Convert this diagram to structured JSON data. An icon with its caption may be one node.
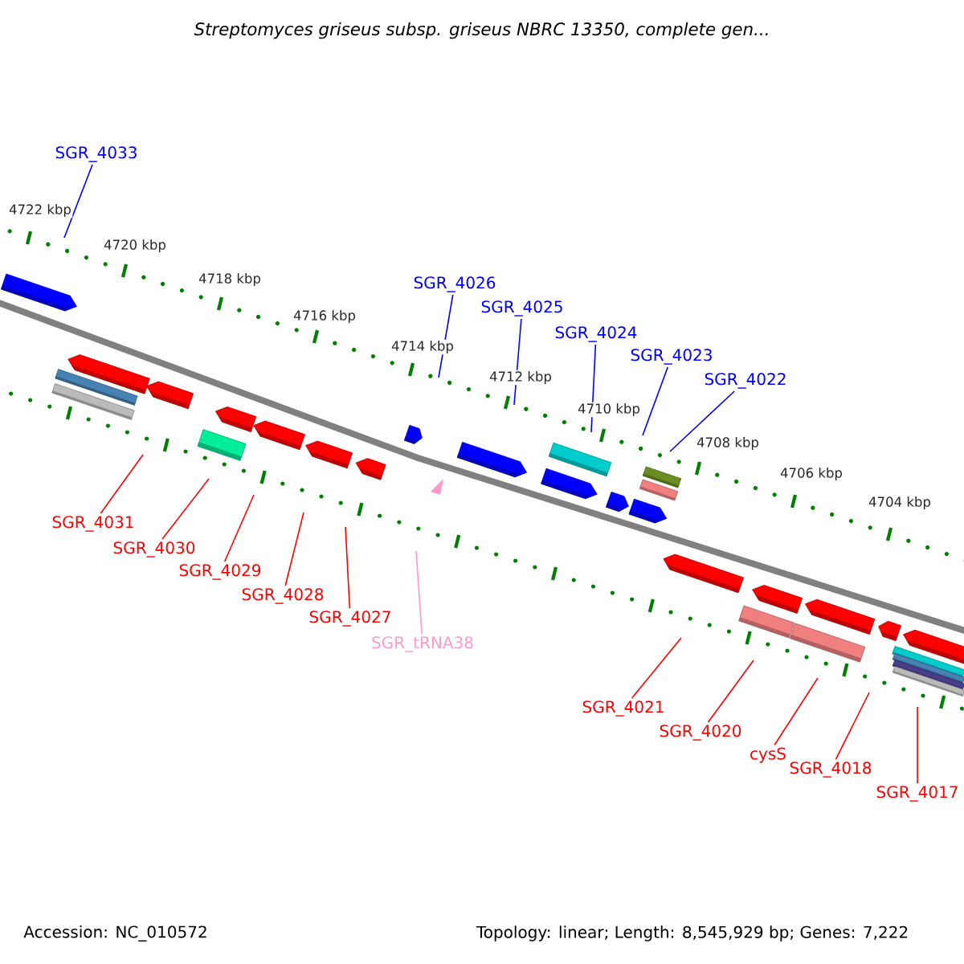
{
  "diagram": {
    "title": "Streptomyces griseus subsp. griseus NBRC 13350, complete gen...",
    "nodes": [
      {
        "text": [
          "SGR_4033"
        ]
      },
      {
        "text": [
          "SGR_4026"
        ]
      },
      {
        "text": [
          "SGR_4025"
        ]
      },
      {
        "text": [
          "SGR_4024"
        ]
      },
      {
        "text": [
          "SGR_4023"
        ]
      },
      {
        "text": [
          "SGR_4022"
        ]
      },
      {
        "text": [
          "SGR_4031"
        ]
      },
      {
        "text": [
          "SGR_4030"
        ]
      },
      {
        "text": [
          "SGR_4029"
        ]
      },
      {
        "text": [
          "SGR_4028"
        ]
      },
      {
        "text": [
          "SGR_4027"
        ]
      },
      {
        "text": [
          "SGR_tRNA38"
        ]
      },
      {
        "text": [
          "SGR_4021"
        ]
      },
      {
        "text": [
          "SGR_4020"
        ]
      },
      {
        "text": [
          "cysS"
        ]
      },
      {
        "text": [
          "SGR_4018"
        ]
      },
      {
        "text": [
          "SGR_4017"
        ]
      }
    ],
    "edges": [
      {
        "from": 0,
        "to": null,
        "arrow": "none",
        "color": "#0000ff"
      },
      {
        "from": 1,
        "to": null,
        "arrow": "none",
        "color": "#0000ff"
      },
      {
        "from": 2,
        "to": null,
        "arrow": "none",
        "color": "#0000ff"
      },
      {
        "from": 3,
        "to": null,
        "arrow": "none",
        "color": "#0000ff"
      },
      {
        "from": 4,
        "to": null,
        "arrow": "none",
        "color": "#0000ff"
      },
      {
        "from": 5,
        "to": null,
        "arrow": "none",
        "color": "#0000ff"
      },
      {
        "from": 6,
        "to": null,
        "arrow": "none"
      },
      {
        "from": 7,
        "to": null,
        "arrow": "none"
      },
      {
        "from": 8,
        "to": null,
        "arrow": "none"
      },
      {
        "from": 9,
        "to": null,
        "arrow": "none"
      },
      {
        "from": 10,
        "to": null,
        "arrow": "none"
      },
      {
        "from": 11,
        "to": null,
        "arrow": "none",
        "color": "#ff99cc"
      },
      {
        "from": 12,
        "to": null,
        "arrow": "none"
      },
      {
        "from": 13,
        "to": null,
        "arrow": "none"
      },
      {
        "from": 14,
        "to": null,
        "arrow": "none"
      },
      {
        "from": 15,
        "to": null,
        "arrow": "none"
      },
      {
        "from": 16,
        "to": null,
        "arrow": "none"
      }
    ],
    "labels": [
      "4722 kbp",
      "4720 kbp",
      "4718 kbp",
      "4716 kbp",
      "4714 kbp",
      "4712 kbp",
      "4710 kbp",
      "4708 kbp",
      "4706 kbp",
      "4704 kbp",
      "Accession: NC_010572",
      "Topology: linear; Length: 8,545,929 bp; Genes: 7,222"
    ]
  }
}
